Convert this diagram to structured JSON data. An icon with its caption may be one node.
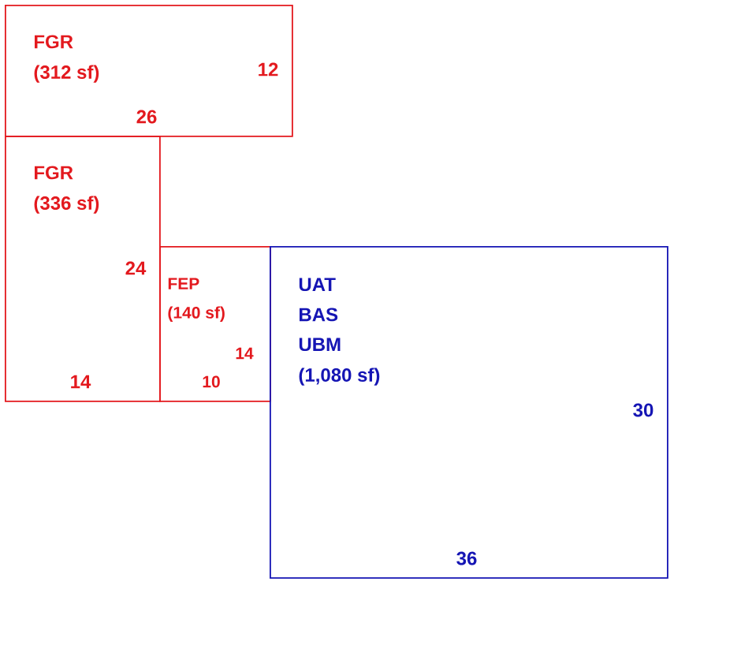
{
  "diagram": {
    "nodes": [
      {
        "text": [
          "FGR",
          "(312 sf)",
          "12",
          "26"
        ]
      },
      {
        "text": [
          "FGR",
          "(336 sf)",
          "24",
          "14"
        ]
      },
      {
        "text": [
          "FEP",
          "(140 sf)",
          "14",
          "10"
        ]
      },
      {
        "text": [
          "UAT",
          "BAS",
          "UBM",
          "(1,080 sf)",
          "30",
          "36"
        ]
      }
    ]
  }
}
